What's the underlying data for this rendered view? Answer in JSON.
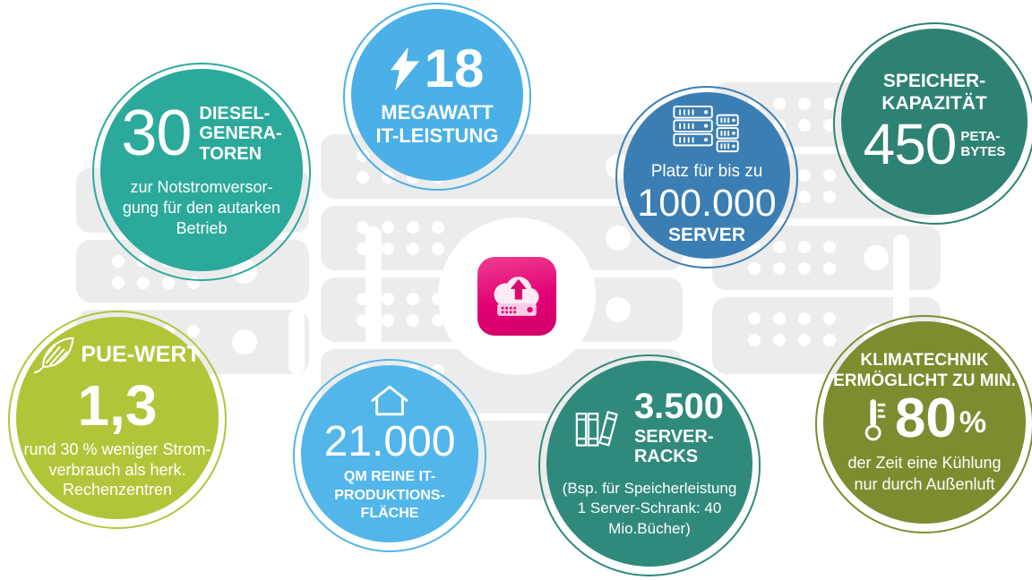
{
  "center": {
    "icon": "cloud-upload-server-icon",
    "tile_color": "#e20074"
  },
  "badges": {
    "diesel": {
      "color": "#2baa9c",
      "number": "30",
      "label": "DIESEL-\nGENERA-\nTOREN",
      "description": "zur Notstromversor-\ngung für den autarken\nBetrieb"
    },
    "megawatt": {
      "color": "#4bb0e7",
      "icon": "lightning-icon",
      "number": "18",
      "label": "MEGAWATT\nIT-LEISTUNG"
    },
    "server": {
      "color": "#3b7eb3",
      "icon": "server-racks-icon",
      "pre_text": "Platz für bis zu",
      "number": "100.000",
      "label": "SERVER"
    },
    "speicher": {
      "color": "#2e8274",
      "header": "SPEICHER-\nKAPAZITÄT",
      "number": "450",
      "unit": "PETA-\nBYTES"
    },
    "pue": {
      "color": "#b2c539",
      "icon": "leaf-icon",
      "header": "PUE-WERT",
      "number": "1,3",
      "description": "rund 30 % weniger Strom-\nverbrauch als herk.\nRechenzentren"
    },
    "flaeche": {
      "color": "#52b6ea",
      "icon": "house-icon",
      "number": "21.000",
      "label": "QM REINE IT-\nPRODUKTIONS-\nFLÄCHE"
    },
    "racks": {
      "color": "#2f8a7c",
      "icon": "books-icon",
      "number": "3.500",
      "label": "SERVER-\nRACKS",
      "description": "(Bsp. für Speicherleistung\n1 Server-Schrank: 40\nMio.Bücher)"
    },
    "klima": {
      "color": "#7d8c2f",
      "icon": "thermometer-icon",
      "header": "KLIMATECHNIK\nERMÖGLICHT ZU MIN.",
      "number": "80",
      "unit": "%",
      "description": "der Zeit eine Kühlung\nnur durch Außenluft"
    }
  }
}
